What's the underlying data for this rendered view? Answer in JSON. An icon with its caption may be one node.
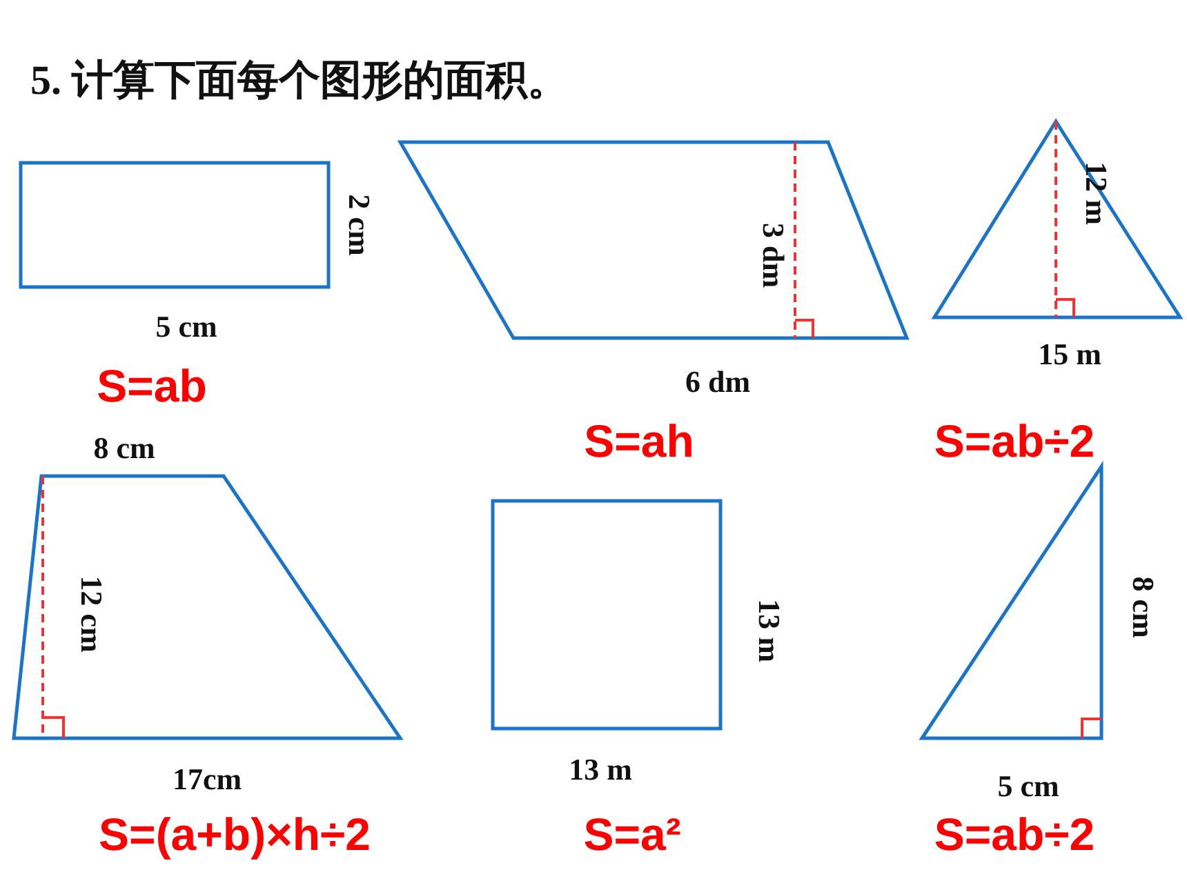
{
  "diagram": {
    "title": "5. 计算下面每个图形的面积。",
    "labels": [
      "2 cm",
      "5 cm",
      "3 dm",
      "6 dm",
      "12 m",
      "15 m",
      "S=ab",
      "S=ah",
      "S=ab÷2",
      "8 cm",
      "12 cm",
      "17cm",
      "13 m",
      "13 m",
      "8 cm",
      "5 cm",
      "S=(a+b)×h÷2",
      "S=a²",
      "S=ab÷2"
    ]
  }
}
